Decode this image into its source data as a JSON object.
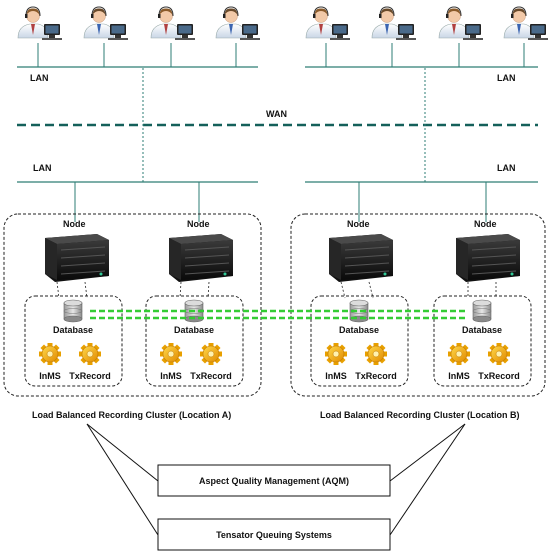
{
  "labels": {
    "lan": "LAN",
    "wan": "WAN",
    "node": "Node",
    "database": "Database",
    "inms": "InMS",
    "txrecord": "TxRecord"
  },
  "clusters": {
    "a": {
      "caption": "Load Balanced Recording Cluster (Location A)"
    },
    "b": {
      "caption": "Load Balanced Recording Cluster (Location B)"
    }
  },
  "systems": {
    "aqm": "Aspect Quality Management (AQM)",
    "tensator": "Tensator Queuing Systems"
  },
  "colors": {
    "lan_line": "#2e7d75",
    "wan_line": "#14605a",
    "replication": "#33cc33",
    "frame": "#222222"
  },
  "icons": {
    "agent": "agent-with-headset-icon",
    "server": "rack-server-icon",
    "database": "database-icon",
    "service": "gear-icon"
  }
}
